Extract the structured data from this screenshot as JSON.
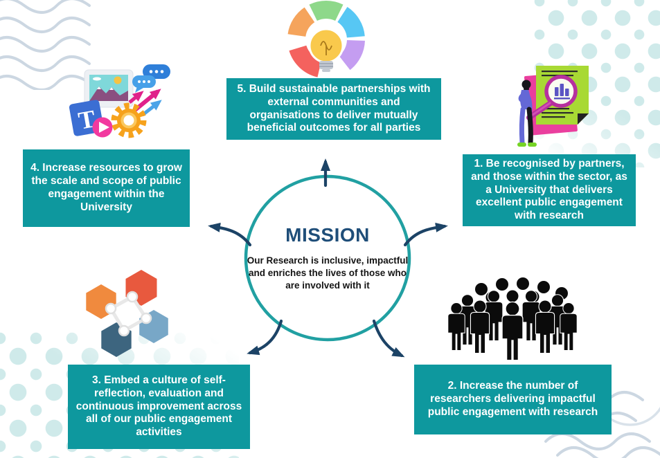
{
  "center": {
    "title": "MISSION",
    "subtitle": "Our Research is inclusive, impactful and enriches the lives of those who are involved with it"
  },
  "goals": [
    {
      "number": 1,
      "position": "right",
      "label": "1. Be recognised by partners, and those within the sector, as a University that delivers excellent public engagement with research"
    },
    {
      "number": 2,
      "position": "bottom-right",
      "label": "2. Increase the number of researchers delivering impactful public engagement with research"
    },
    {
      "number": 3,
      "position": "bottom-left",
      "label": "3. Embed a culture of self-reflection, evaluation and continuous improvement across all of our public engagement activities"
    },
    {
      "number": 4,
      "position": "left",
      "label": "4. Increase resources to grow the scale and scope of public engagement within the University"
    },
    {
      "number": 5,
      "position": "top",
      "label": "5. Build sustainable partnerships with external communities and organisations to deliver mutually beneficial outcomes for all parties"
    }
  ],
  "icons": {
    "top": "idea-lightbulb-segments-icon",
    "top_left": "media-content-creation-icon",
    "top_right": "research-analysis-person-icon",
    "bottom_left": "hexagon-network-icon",
    "bottom_right": "community-crowd-icon"
  },
  "colors": {
    "box_teal": "#0e989e",
    "ring_teal": "#21a0a2",
    "arrow_navy": "#1c4366",
    "title_navy": "#1f4e79"
  }
}
